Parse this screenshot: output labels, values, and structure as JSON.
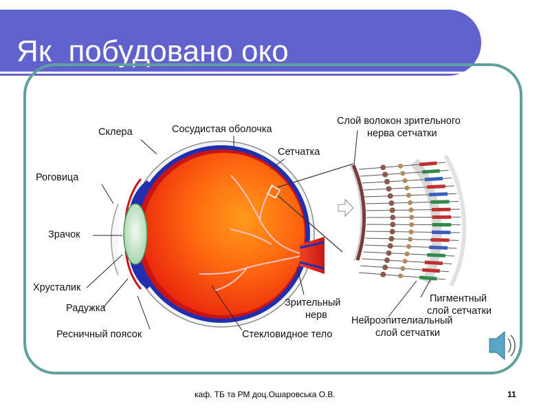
{
  "slide": {
    "title": "Як  побудовано око",
    "footer": "каф. ТБ та РМ доц.Ошаровська О.В.",
    "page_number": "11"
  },
  "diagram": {
    "labels": {
      "sclera": "Склера",
      "choroid": "Сосудистая оболочка",
      "retina": "Сетчатка",
      "cornea": "Роговица",
      "pupil": "Зрачок",
      "lens": "Хрусталик",
      "iris": "Радужка",
      "ciliary": "Ресничный поясок",
      "vitreous": "Стекловидное тело",
      "optic_nerve_1": "Зрительный",
      "optic_nerve_2": "нерв",
      "nerve_fiber_1": "Слой волокон зрительного",
      "nerve_fiber_2": "нерва сетчатки",
      "pigment_1": "Пигментный",
      "pigment_2": "слой сетчатки",
      "neuro_1": "Нейроэпителиальный",
      "neuro_2": "слой сетчатки"
    }
  },
  "icons": {
    "speaker": "speaker-icon"
  }
}
